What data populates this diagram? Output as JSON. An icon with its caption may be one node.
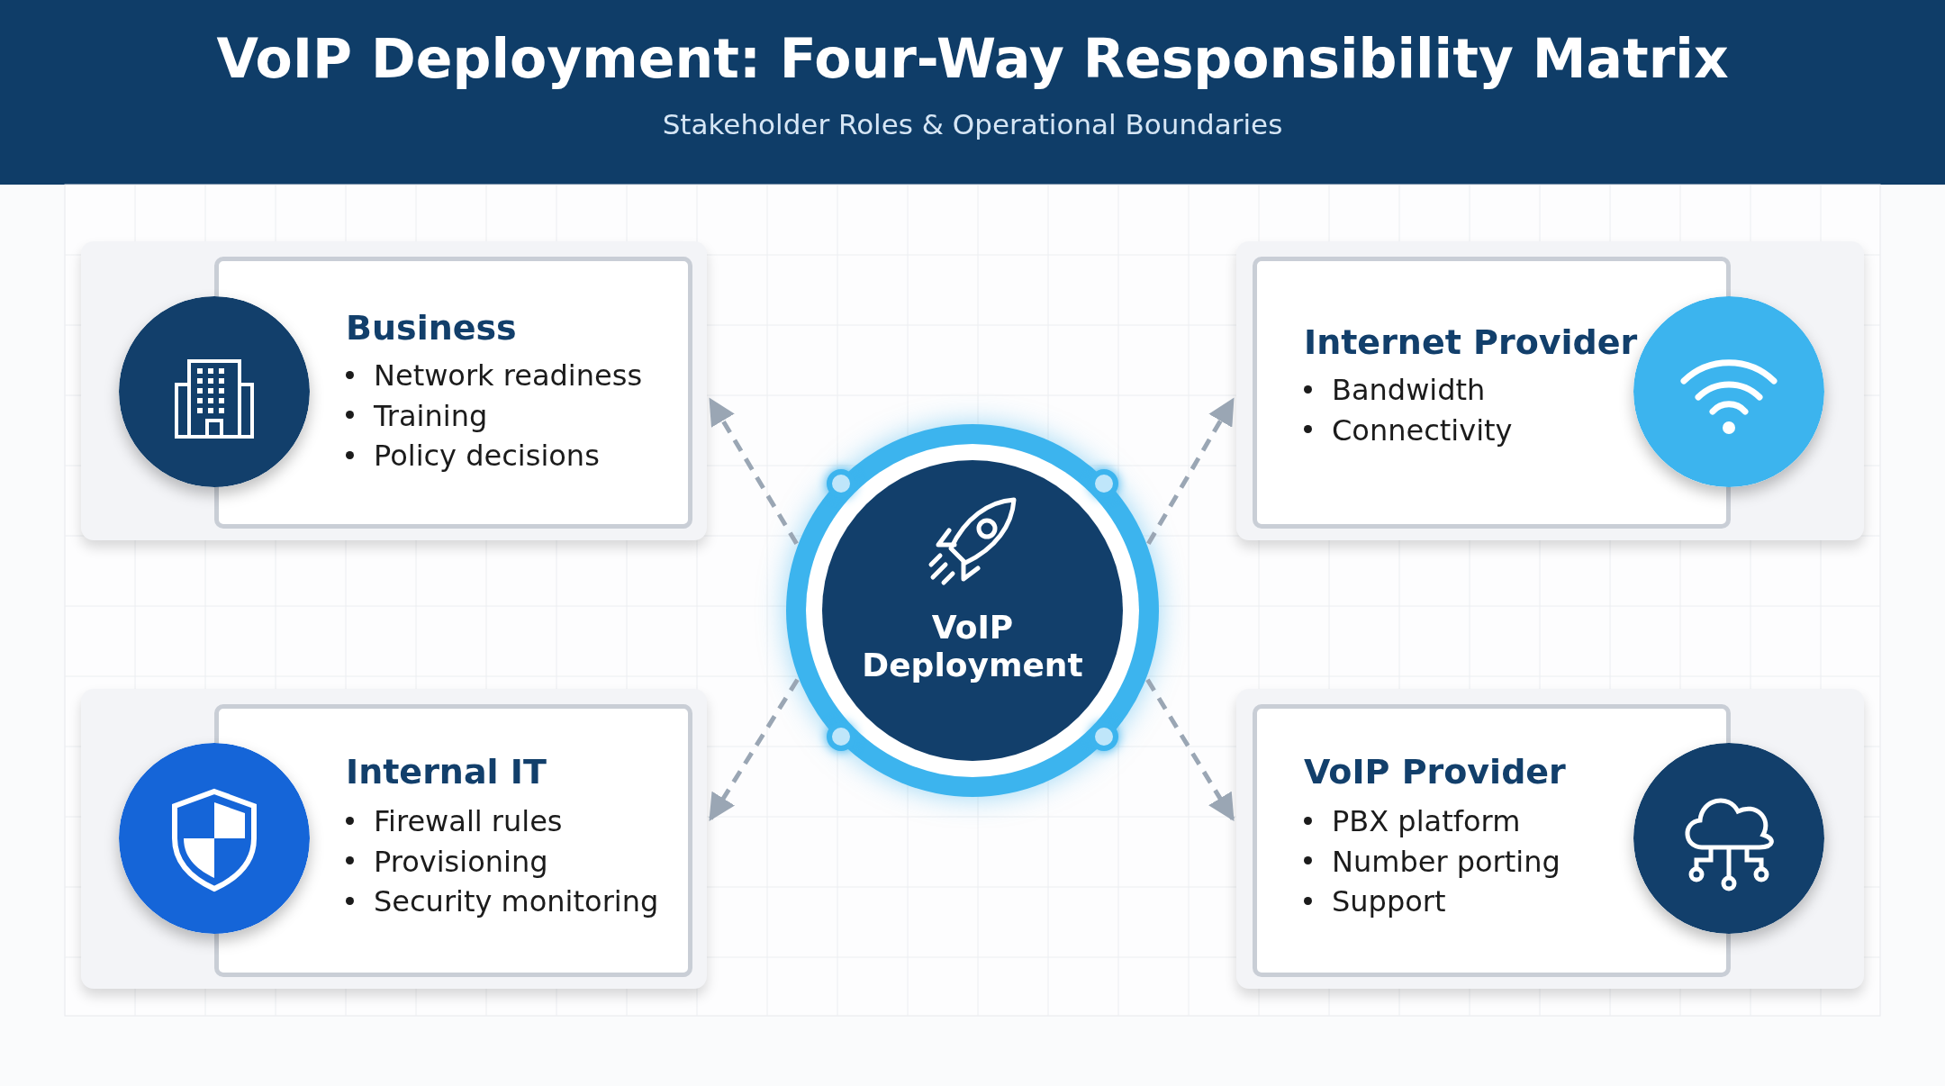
{
  "diagram": {
    "title": "VoIP Deployment: Four-Way Responsibility Matrix",
    "caption": "Stakeholder Roles & Operational Boundaries",
    "nodes": [
      {
        "text": [
          "Business",
          "Network readiness",
          "Training",
          "Policy decisions"
        ]
      },
      {
        "text": [
          "Internet Provider",
          "Bandwidth",
          "Connectivity"
        ]
      },
      {
        "text": [
          "VoIP Deployment"
        ]
      },
      {
        "text": [
          "Internal IT",
          "Firewall rules",
          "Provisioning",
          "Security monitoring"
        ]
      },
      {
        "text": [
          "VoIP Provider",
          "PBX platform",
          "Number porting",
          "Support"
        ]
      }
    ],
    "edges": [
      {
        "from": 2,
        "to": 0,
        "arrow": "to",
        "style": "dashed"
      },
      {
        "from": 2,
        "to": 1,
        "arrow": "to",
        "style": "dashed"
      },
      {
        "from": 2,
        "to": 3,
        "arrow": "to",
        "style": "dashed"
      },
      {
        "from": 2,
        "to": 4,
        "arrow": "to",
        "style": "dashed"
      }
    ]
  }
}
